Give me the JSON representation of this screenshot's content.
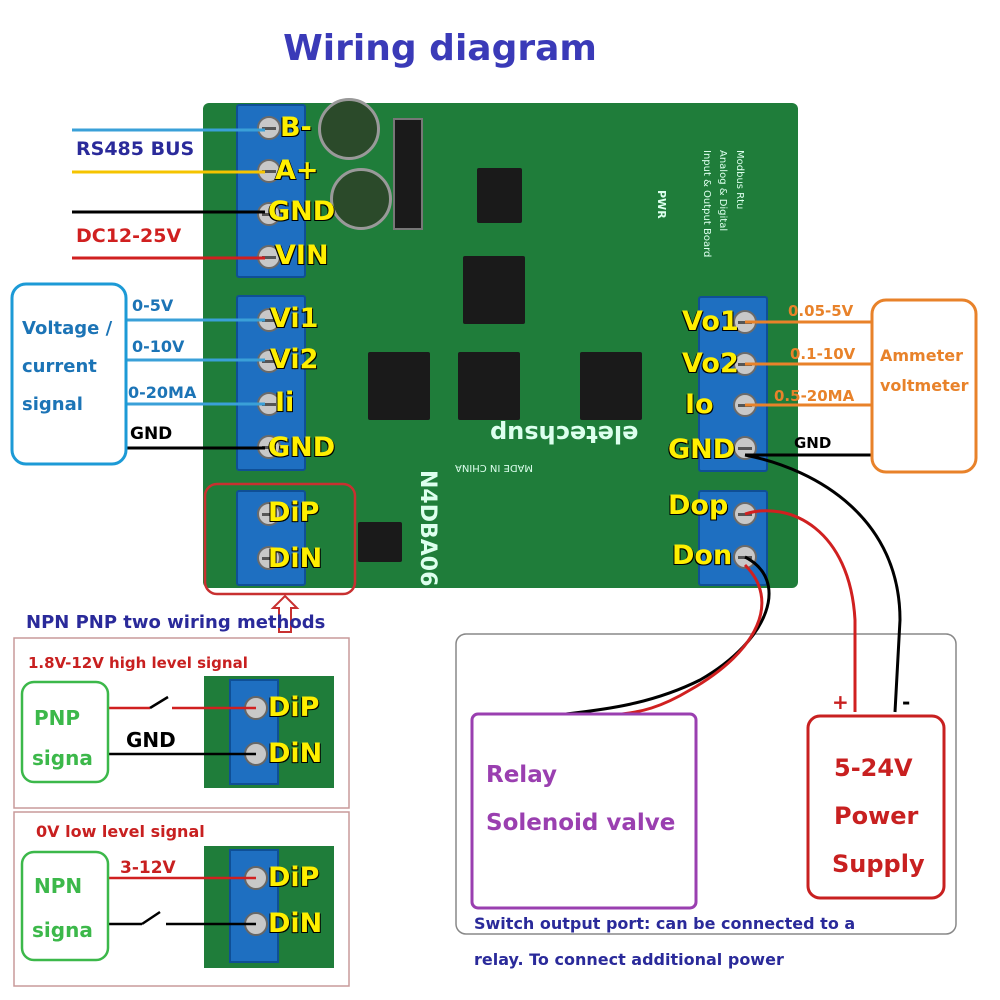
{
  "title": "Wiring diagram",
  "board": {
    "model": "N4DBA06",
    "brand": "eletechsup",
    "made_in": "MADE IN CHINA",
    "board_desc_1": "Modbus Rtu",
    "board_desc_2": "Analog & Digital",
    "board_desc_3": "Input & Output Board",
    "pwr": "PWR"
  },
  "left_terminals": {
    "b_minus": "B-",
    "a_plus": "A+",
    "gnd1": "GND",
    "vin": "VIN",
    "vi1": "Vi1",
    "vi2": "Vi2",
    "ii": "Ii",
    "gnd2": "GND",
    "dip": "DiP",
    "din": "DiN"
  },
  "right_terminals": {
    "vo1": "Vo1",
    "vo2": "Vo2",
    "io": "Io",
    "gnd": "GND",
    "dop": "Dop",
    "don": "Don"
  },
  "labels": {
    "rs485": "RS485 BUS",
    "dc": "DC12-25V",
    "v05": "0-5V",
    "v010": "0-10V",
    "ma020": "0-20MA",
    "gnd_left": "GND",
    "input_box_1": "Voltage /",
    "input_box_2": "current",
    "input_box_3": "signal",
    "out_005": "0.05-5V",
    "out_010": "0.1-10V",
    "out_05": "0.5-20MA",
    "gnd_right": "GND",
    "meter_1": "Ammeter",
    "meter_2": "voltmeter"
  },
  "npn_pnp": {
    "heading": "NPN PNP two wiring methods",
    "high_level": "1.8V-12V high level signal",
    "pnp_1": "PNP",
    "pnp_2": "signa",
    "gnd": "GND",
    "low_level": "0V low level signal",
    "npn_1": "NPN",
    "npn_2": "signa",
    "v312": "3-12V",
    "dip": "DiP",
    "din": "DiN"
  },
  "output_section": {
    "relay_1": "Relay",
    "relay_2": "Solenoid valve",
    "power_1": "5-24V",
    "power_2": "Power",
    "power_3": "Supply",
    "plus": "+",
    "minus": "-",
    "note_1": "Switch output port: can be connected to a",
    "note_2": "relay. To connect additional power"
  },
  "colors": {
    "board": "#1f7d3a",
    "terminal": "#1e6fc1",
    "pin_text": "#ffef00",
    "title": "#3a3ab8",
    "wire_cyan": "#3aa0d8",
    "wire_yellow": "#f5c400",
    "wire_red": "#d02020",
    "wire_orange": "#e8822a",
    "relay_box": "#9a3fb0",
    "power_box": "#c82020",
    "signal_box": "#1c9ad6",
    "npn_box": "#3cb84a"
  }
}
